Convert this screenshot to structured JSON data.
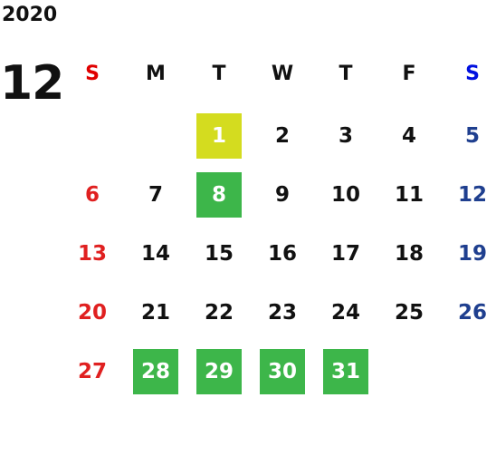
{
  "calendar": {
    "year": "2020",
    "month": "12",
    "weekdays": [
      "S",
      "M",
      "T",
      "W",
      "T",
      "F",
      "S"
    ],
    "colors": {
      "sunday": "#e02020",
      "saturday": "#1f3f8f",
      "highlight_yellow": "#d4dc1f",
      "highlight_green": "#3db64a"
    },
    "weeks": [
      [
        {
          "day": "",
          "hl": ""
        },
        {
          "day": "",
          "hl": ""
        },
        {
          "day": "1",
          "hl": "yellow"
        },
        {
          "day": "2",
          "hl": ""
        },
        {
          "day": "3",
          "hl": ""
        },
        {
          "day": "4",
          "hl": ""
        },
        {
          "day": "5",
          "hl": ""
        }
      ],
      [
        {
          "day": "6",
          "hl": ""
        },
        {
          "day": "7",
          "hl": ""
        },
        {
          "day": "8",
          "hl": "green"
        },
        {
          "day": "9",
          "hl": ""
        },
        {
          "day": "10",
          "hl": ""
        },
        {
          "day": "11",
          "hl": ""
        },
        {
          "day": "12",
          "hl": ""
        }
      ],
      [
        {
          "day": "13",
          "hl": ""
        },
        {
          "day": "14",
          "hl": ""
        },
        {
          "day": "15",
          "hl": ""
        },
        {
          "day": "16",
          "hl": ""
        },
        {
          "day": "17",
          "hl": ""
        },
        {
          "day": "18",
          "hl": ""
        },
        {
          "day": "19",
          "hl": ""
        }
      ],
      [
        {
          "day": "20",
          "hl": ""
        },
        {
          "day": "21",
          "hl": ""
        },
        {
          "day": "22",
          "hl": ""
        },
        {
          "day": "23",
          "hl": ""
        },
        {
          "day": "24",
          "hl": ""
        },
        {
          "day": "25",
          "hl": ""
        },
        {
          "day": "26",
          "hl": ""
        }
      ],
      [
        {
          "day": "27",
          "hl": ""
        },
        {
          "day": "28",
          "hl": "green"
        },
        {
          "day": "29",
          "hl": "green"
        },
        {
          "day": "30",
          "hl": "green"
        },
        {
          "day": "31",
          "hl": "green"
        },
        {
          "day": "",
          "hl": ""
        },
        {
          "day": "",
          "hl": ""
        }
      ]
    ]
  }
}
